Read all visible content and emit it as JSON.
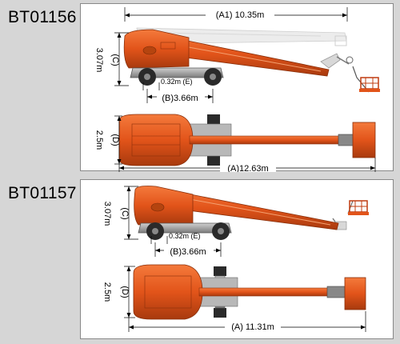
{
  "models": [
    {
      "name": "BT01156",
      "dims": {
        "a1": "(A1) 10.35m",
        "c": "(C)",
        "c_val": "3.07m",
        "e": "0.32m (E)",
        "b": "(B)3.66m",
        "d": "(D)",
        "d_val": "2.5m",
        "a": "(A)12.63m"
      }
    },
    {
      "name": "BT01157",
      "dims": {
        "c": "(C)",
        "c_val": "3.07m",
        "e": "0.32m (E)",
        "b": "(B)3.66m",
        "d": "(D)",
        "d_val": "2.5m",
        "a": "(A) 11.31m"
      }
    }
  ],
  "colors": {
    "boom": "#e2541a",
    "boom_dark": "#b83d10",
    "chassis": "#9a9a9a",
    "tire": "#2a2a2a",
    "background": "#d6d6d6",
    "panel": "#ffffff"
  }
}
